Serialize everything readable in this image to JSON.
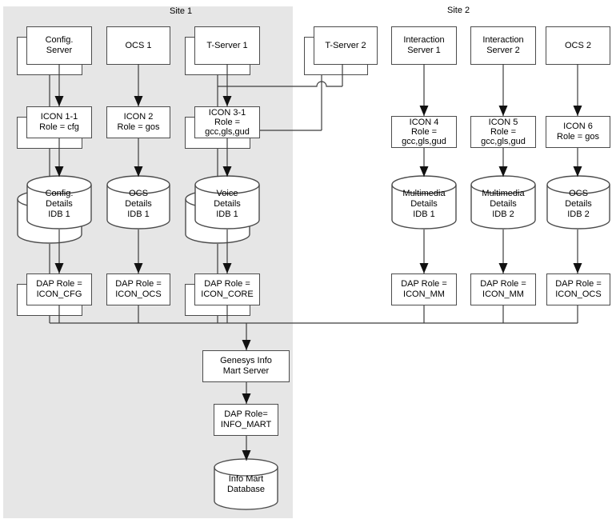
{
  "sites": {
    "site1": "Site 1",
    "site2": "Site 2"
  },
  "nodes": {
    "config_server": "Config.\nServer",
    "ocs1": "OCS 1",
    "tserver1": "T-Server 1",
    "tserver2": "T-Server 2",
    "interaction_server1": "Interaction\nServer 1",
    "interaction_server2": "Interaction\nServer 2",
    "ocs2": "OCS 2",
    "icon11": "ICON 1-1\nRole = cfg",
    "icon2": "ICON 2\nRole = gos",
    "icon31": "ICON 3-1\nRole =\ngcc,gls,gud",
    "icon4": "ICON 4\nRole =\ngcc,gls,gud",
    "icon5": "ICON 5\nRole =\ngcc,gls,gud",
    "icon6": "ICON 6\nRole = gos",
    "config_details_idb1": "Config.\nDetails\nIDB 1",
    "ocs_details_idb1": "OCS\nDetails\nIDB 1",
    "voice_details_idb1": "Voice\nDetails\nIDB 1",
    "mm_details_idb1": "Multimedia\nDetails\nIDB 1",
    "mm_details_idb2": "Multimedia\nDetails\nIDB 2",
    "ocs_details_idb2": "OCS\nDetails\nIDB 2",
    "dap_cfg": "DAP Role =\nICON_CFG",
    "dap_ocs1": "DAP Role =\nICON_OCS",
    "dap_core": "DAP Role =\nICON_CORE",
    "dap_mm1": "DAP Role =\nICON_MM",
    "dap_mm2": "DAP Role =\nICON_MM",
    "dap_ocs2": "DAP Role =\nICON_OCS",
    "gim_server": "Genesys Info\nMart Server",
    "dap_info_mart": "DAP Role=\nINFO_MART",
    "info_mart_db": "Info Mart\nDatabase"
  },
  "colors": {
    "site1_bg": "#e6e6e6",
    "line": "#3c3c3c",
    "node_border": "#4c4c4c",
    "node_fill": "#ffffff",
    "text": "#000000"
  }
}
